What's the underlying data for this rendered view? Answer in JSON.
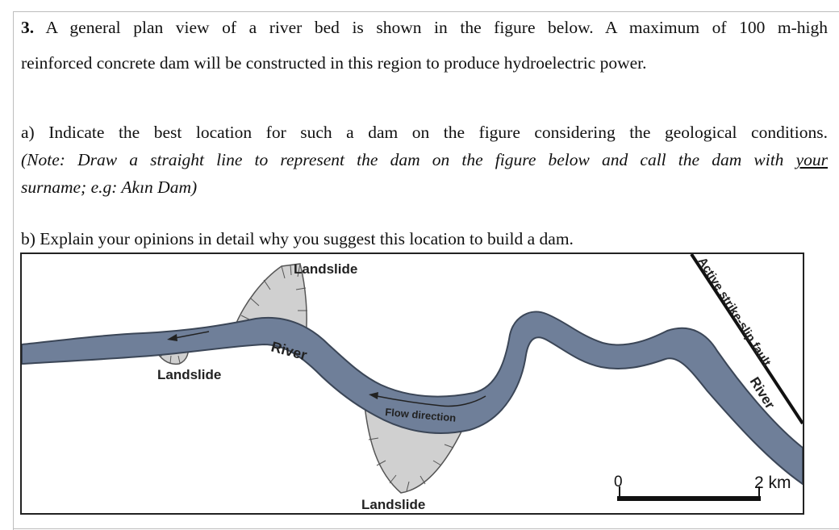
{
  "question": {
    "number": "3.",
    "line1": "A general plan view of a river bed is shown in the figure below. A maximum of 100 m-high",
    "line2": "reinforced concrete dam will be constructed in this region to produce hydroelectric power."
  },
  "part_a": {
    "line1": "a) Indicate the best location for such a dam on the figure considering the geological conditions.",
    "line2_pre": "(Note: Draw a straight line to represent the dam on the figure below and call the dam with",
    "line2_underlined": "your",
    "line3": "surname; e.g: Akın Dam)"
  },
  "part_b": {
    "line1": "b) Explain your opinions in detail why you suggest this location to build a dam."
  },
  "figure": {
    "landslide_top": "Landslide",
    "landslide_left": "Landslide",
    "landslide_bottom": "Landslide",
    "river_label_left": "River",
    "river_label_right": "River",
    "flow_direction": "Flow direction",
    "fault_label": "Active strike-slip fault",
    "scale_start": "0",
    "scale_end": "2 km",
    "colors": {
      "river": "#6f7f99",
      "river_edge": "#3b4657",
      "landslide": "#d0d0d0",
      "landslide_edge": "#555555"
    }
  }
}
